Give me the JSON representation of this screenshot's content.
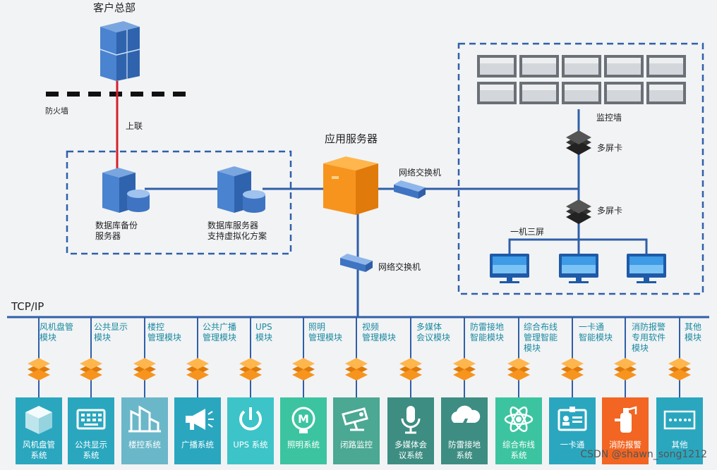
{
  "labels": {
    "hq": "客户总部",
    "firewall": "防火墙",
    "uplink": "上联",
    "app_server": "应用服务器",
    "switch_right": "网络交换机",
    "switch_down": "网络交换机",
    "db_backup": "数据库备份\n服务器",
    "db_server": "数据库服务器\n支持虚拟化方案",
    "monitor_wall": "监控墙",
    "multi_card_1": "多屏卡",
    "multi_card_2": "多屏卡",
    "one_three": "一机三屏",
    "tcpip": "TCP/IP"
  },
  "modules": [
    "风机盘管\n模块",
    "公共显示\n模块",
    "楼控\n管理模块",
    "公共广播\n管理模块",
    "UPS\n模块",
    "照明\n管理模块",
    "视频\n管理模块",
    "多媒体\n会议模块",
    "防雷接地\n智能模块",
    "综合布线\n管理智能\n模块",
    "一卡通\n智能模块",
    "消防报警\n专用软件\n模块",
    "其他\n模块"
  ],
  "systems": [
    {
      "label": "风机盘管\n系统",
      "icon": "cube-icon",
      "color": "#2aa7bf"
    },
    {
      "label": "公共显示\n系统",
      "icon": "keyboard-icon",
      "color": "#2aa7bf"
    },
    {
      "label": "楼控系统",
      "icon": "building-icon",
      "color": "#6ab7c9"
    },
    {
      "label": "广播系统",
      "icon": "megaphone-icon",
      "color": "#2aa7bf"
    },
    {
      "label": "UPS 系统",
      "icon": "power-icon",
      "color": "#3cc4c8"
    },
    {
      "label": "照明系统",
      "icon": "lamp-icon",
      "color": "#3cc4a0"
    },
    {
      "label": "闭路监控",
      "icon": "camera-icon",
      "color": "#4aa893"
    },
    {
      "label": "多媒体会\n议系统",
      "icon": "microphone-icon",
      "color": "#3d8d82"
    },
    {
      "label": "防雷接地\n系统",
      "icon": "lightning-icon",
      "color": "#3d8d82"
    },
    {
      "label": "综合布线\n系统",
      "icon": "atom-icon",
      "color": "#3cc4a0"
    },
    {
      "label": "一卡通",
      "icon": "idcard-icon",
      "color": "#2aa7bf"
    },
    {
      "label": "消防报警",
      "icon": "extinguisher-icon",
      "color": "#f26522"
    },
    {
      "label": "其他",
      "icon": "dots-icon",
      "color": "#2aa7bf"
    }
  ],
  "watermark": "CSDN @shawn_song1212"
}
